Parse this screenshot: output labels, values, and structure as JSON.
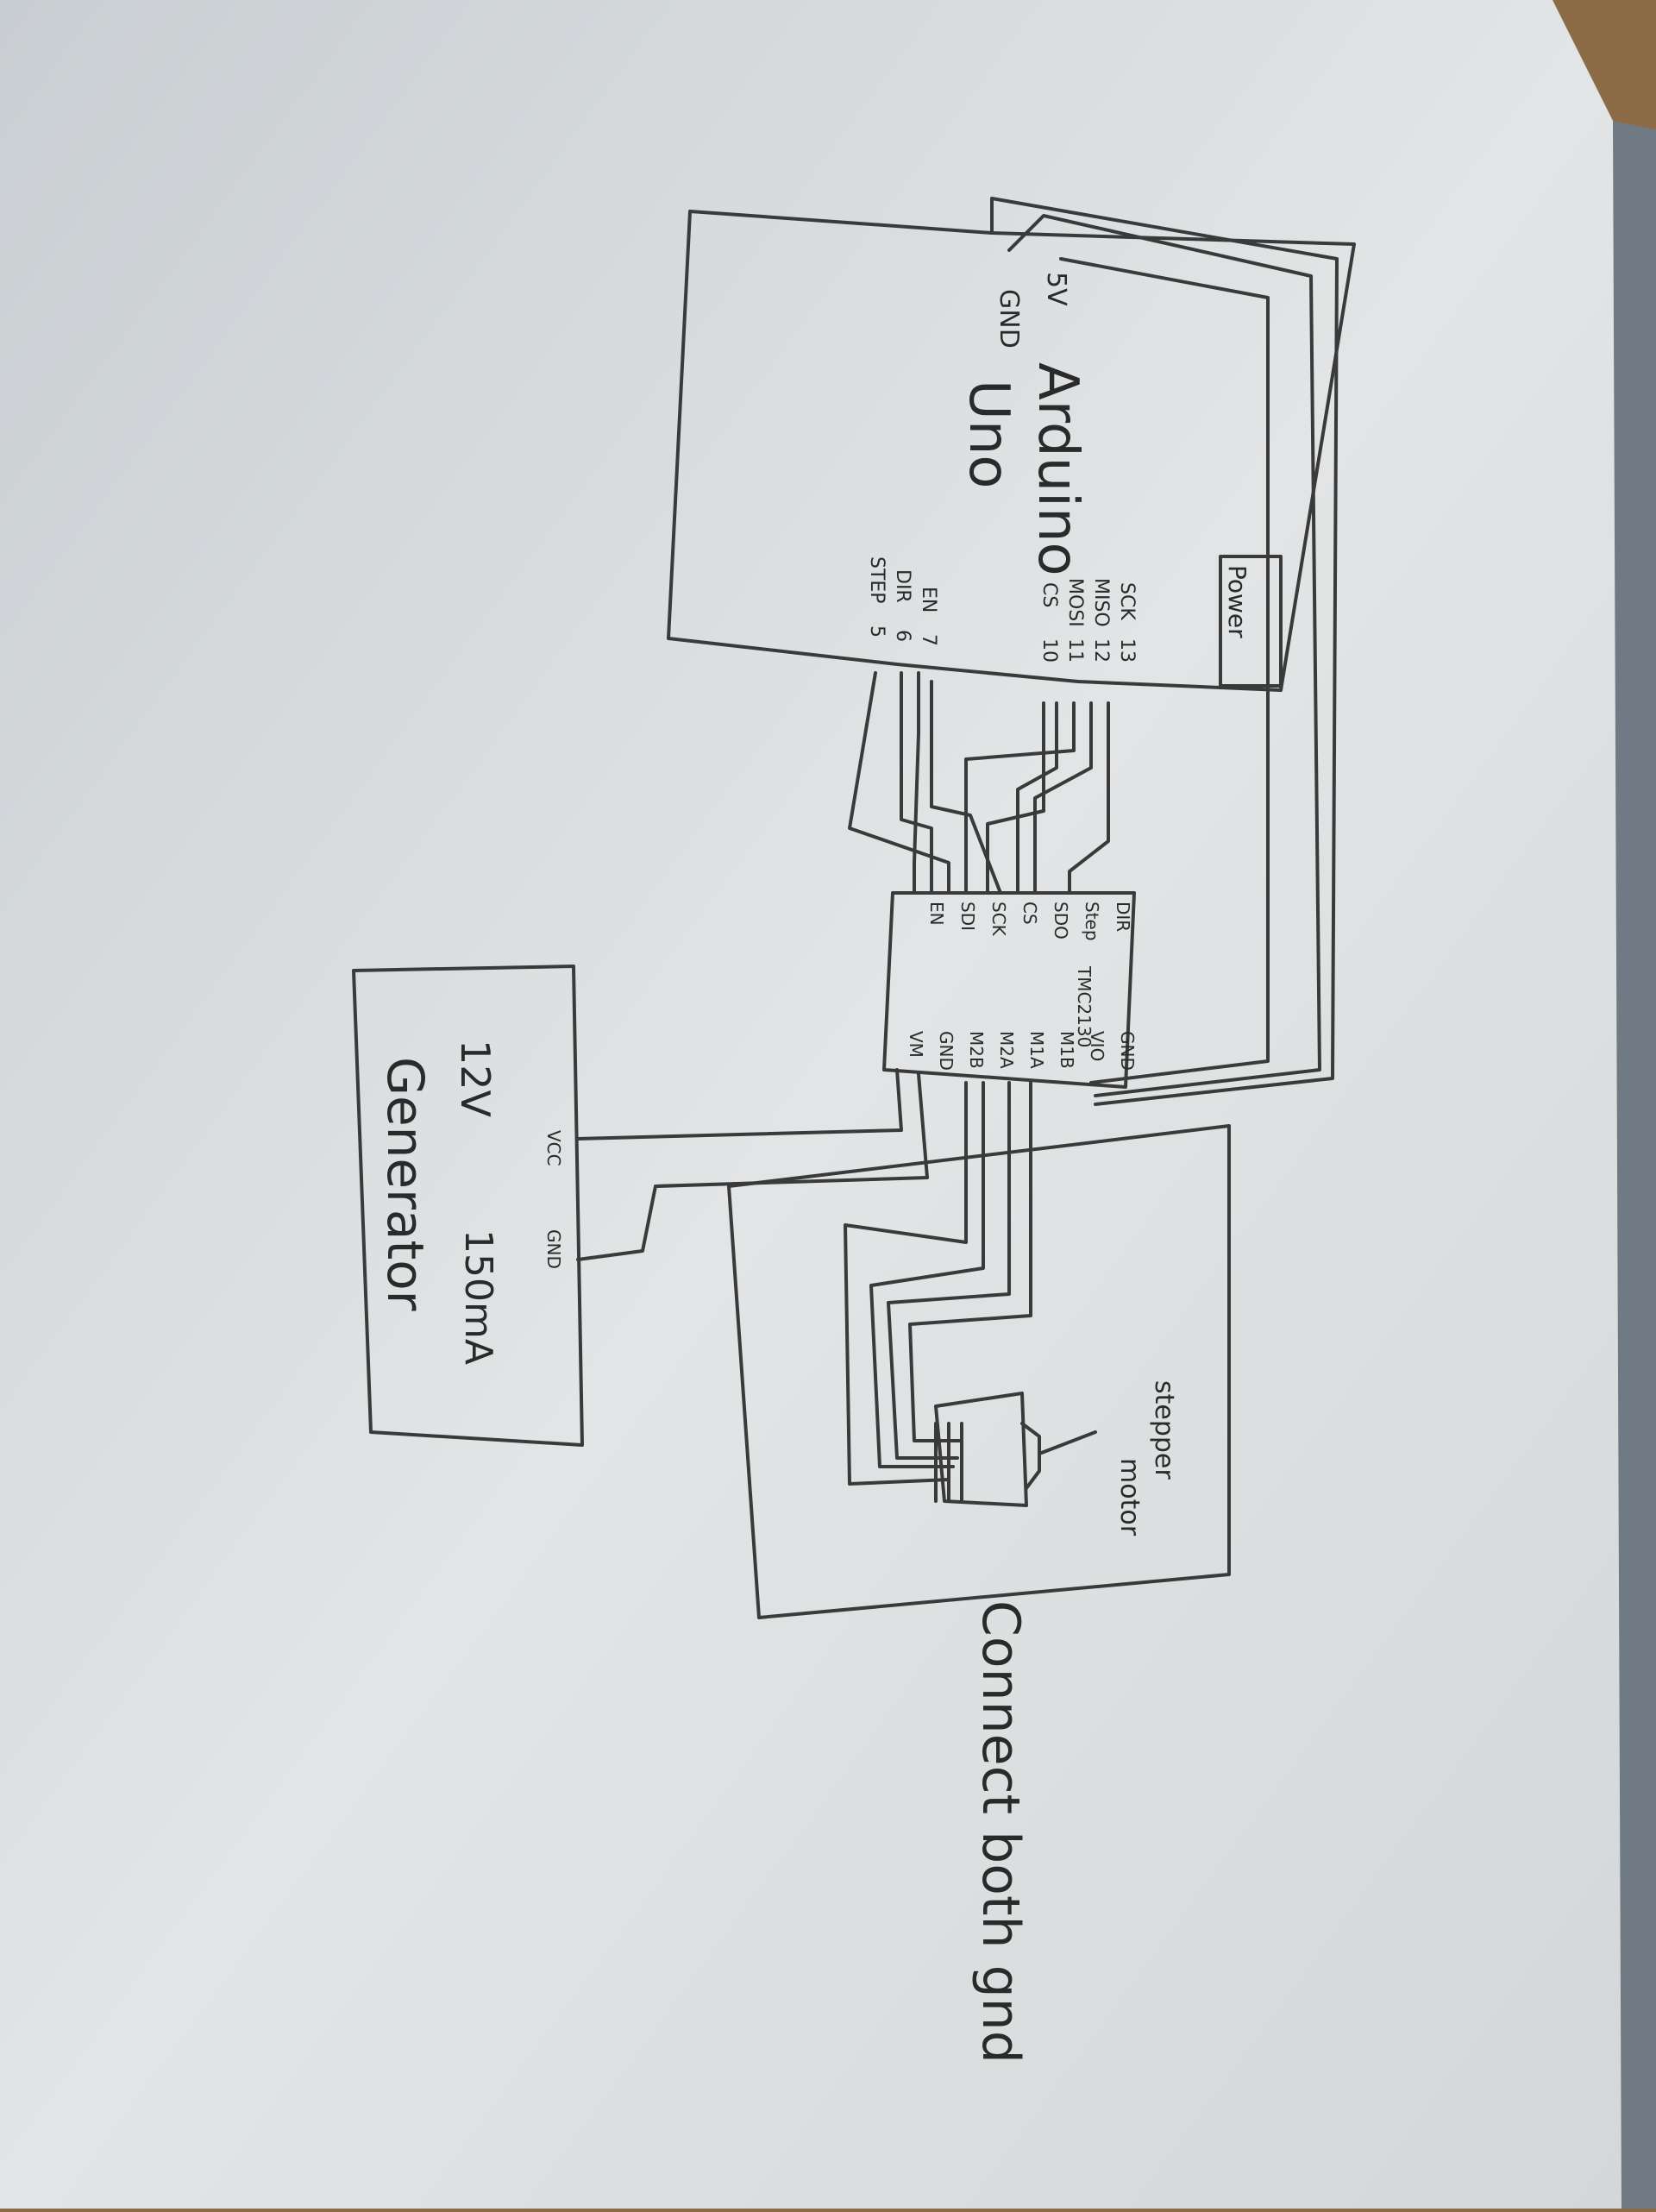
{
  "arduino": {
    "title": "Arduino",
    "subtitle": "Uno",
    "pin_5v": "5V",
    "pin_gnd": "GND",
    "power_label": "Power",
    "pins": {
      "sck": "SCK",
      "sck_num": "13",
      "miso": "MISO",
      "miso_num": "12",
      "mosi": "MOSI",
      "mosi_num": "11",
      "cs": "CS",
      "cs_num": "10",
      "en": "EN",
      "en_num": "7",
      "dir": "DIR",
      "dir_num": "6",
      "step": "STEP",
      "step_num": "5"
    }
  },
  "driver": {
    "name": "TMC2130",
    "left_pins": [
      "DIR",
      "Step",
      "SDO",
      "CS",
      "SCK",
      "SDI",
      "EN"
    ],
    "right_pins": [
      "GND",
      "VIO",
      "M1B",
      "M1A",
      "M2A",
      "M2B",
      "GND",
      "VM"
    ]
  },
  "generator": {
    "line1": "12V",
    "line2": "Generator",
    "current": "150mA",
    "vcc": "VCC",
    "gnd": "GND"
  },
  "motor": {
    "label1": "stepper",
    "label2": "motor"
  },
  "note": "Connect both gnd",
  "colors": {
    "paper": "#dfe3e4",
    "ink": "#3a3a3a",
    "table": "#8b6a45"
  }
}
